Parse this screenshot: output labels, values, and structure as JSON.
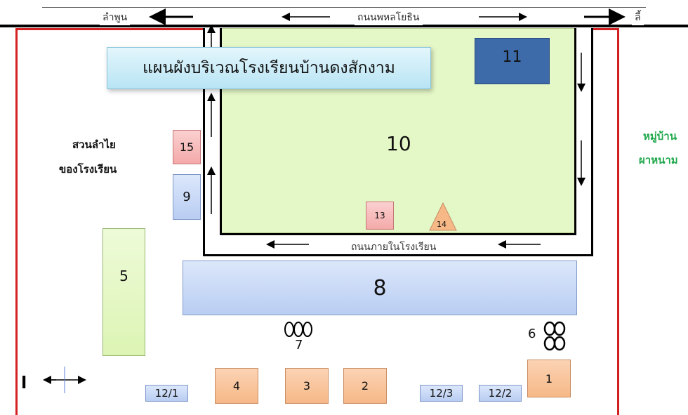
{
  "title": "แผนผังบริเวณโรงเรียนบ้านดงสักงาม",
  "roads": {
    "main": "ถนนพหลโยธิน",
    "left_direction": "ลำพูน",
    "right_direction": "ลี้",
    "inner": "ถนนภายในโรงเรียน"
  },
  "areas": {
    "orchard": [
      "สวนลำไย",
      "ของโรงเรียน"
    ],
    "village": [
      "หมู่บ้าน",
      "ผาหนาม"
    ]
  },
  "buildings": {
    "b1": "1",
    "b2": "2",
    "b3": "3",
    "b4": "4",
    "b5": "5",
    "b6": "6",
    "b7": "7",
    "b8": "8",
    "b9": "9",
    "b10": "10",
    "b11": "11",
    "b12_1": "12/1",
    "b12_2": "12/2",
    "b12_3": "12/3",
    "b13": "13",
    "b14": "14",
    "b15": "15"
  },
  "colors": {
    "boundary": "#d32020",
    "field": "#e4f7c6",
    "building_11": "#3d6aa8",
    "village_text": "#1fa84c",
    "title_box": "#c7ecf7"
  }
}
